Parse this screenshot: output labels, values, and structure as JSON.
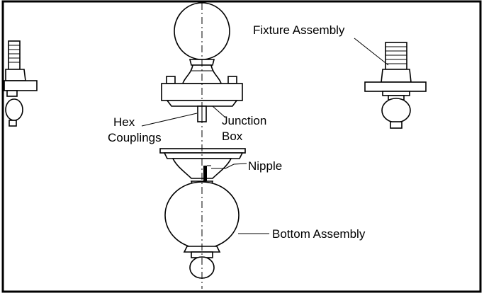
{
  "labels": {
    "fixture_assembly": "Fixture Assembly",
    "hex": "Hex",
    "couplings": "Couplings",
    "junction": "Junction",
    "box": "Box",
    "nipple": "Nipple",
    "bottom_assembly": "Bottom Assembly"
  },
  "colors": {
    "ink": "#000000",
    "paper": "#ffffff"
  }
}
